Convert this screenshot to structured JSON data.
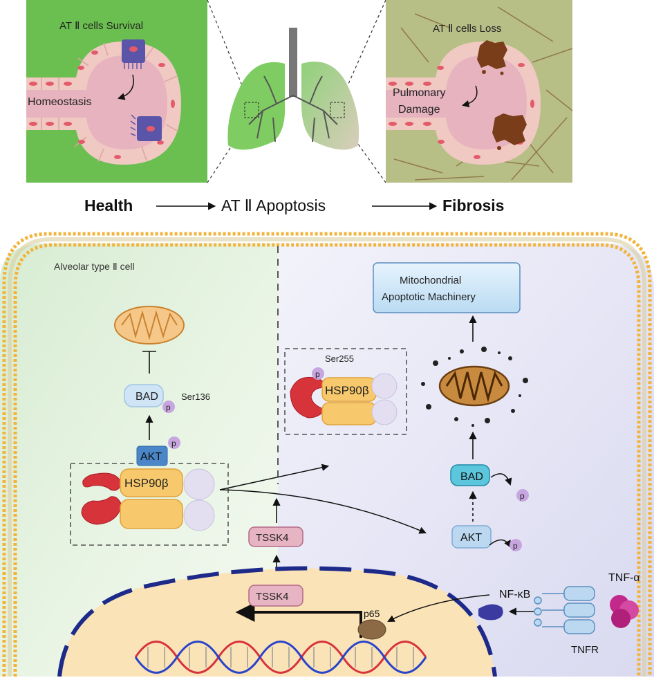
{
  "panels": {
    "health_title": "AT Ⅱ cells Survival",
    "health_label": "Homeostasis",
    "loss_title": "AT Ⅱ cells Loss",
    "loss_label_1": "Pulmonary",
    "loss_label_2": "Damage"
  },
  "progression": {
    "health": "Health",
    "apoptosis": "AT Ⅱ Apoptosis",
    "fibrosis": "Fibrosis"
  },
  "cell": {
    "label": "Alveolar type Ⅱ cell",
    "mito_box_line1": "Mitochondrial",
    "mito_box_line2": "Apoptotic  Machinery",
    "bad": "BAD",
    "akt": "AKT",
    "hsp90": "HSP90β",
    "p": "p",
    "ser136": "Ser136",
    "ser255": "Ser255",
    "tssk4": "TSSK4",
    "p65": "p65",
    "nfkb": "NF-κB",
    "tnfa": "TNF-α",
    "tnfr": "TNFR"
  },
  "colors": {
    "green": "#6bbf50",
    "alveolus_wall": "#f0c9c2",
    "alveolus_lumen": "#e8b9c4",
    "at2_cell": "#5a55a8",
    "membrane": "#f2b43c",
    "nucleus": "#fbe3b8",
    "hsp_orange": "#f8c96c",
    "red_protein": "#d6333b",
    "akt_blue": "#4a86c8",
    "p_purple": "#c7a6e0"
  }
}
